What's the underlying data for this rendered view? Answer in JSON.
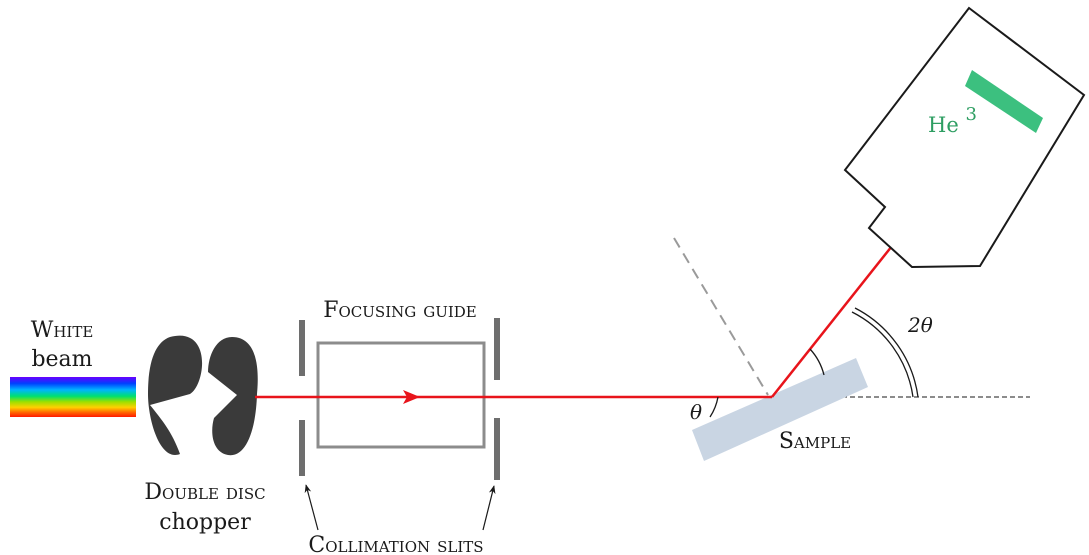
{
  "labels": {
    "white_beam_line1": "White",
    "white_beam_line2": "beam",
    "chopper_line1": "Double disc",
    "chopper_line2": "chopper",
    "focusing_guide": "Focusing guide",
    "collimation_slits": "Collimation slits",
    "sample": "Sample",
    "detector_base": "He",
    "detector_sup": "3",
    "theta": "θ",
    "two_theta": "2θ"
  },
  "colors": {
    "beam": "#e8141b",
    "chopper": "#3a3a3a",
    "guide": "#8c8c8c",
    "slits": "#6e6e6e",
    "sample": "#c9d5e3",
    "detector": "#3cc07f",
    "detector_text": "#2e9e62",
    "dashed": "#9a9a9a"
  },
  "icons": [
    "white-beam-spectrum-icon",
    "chopper-disc-icon",
    "arrow-icon"
  ]
}
